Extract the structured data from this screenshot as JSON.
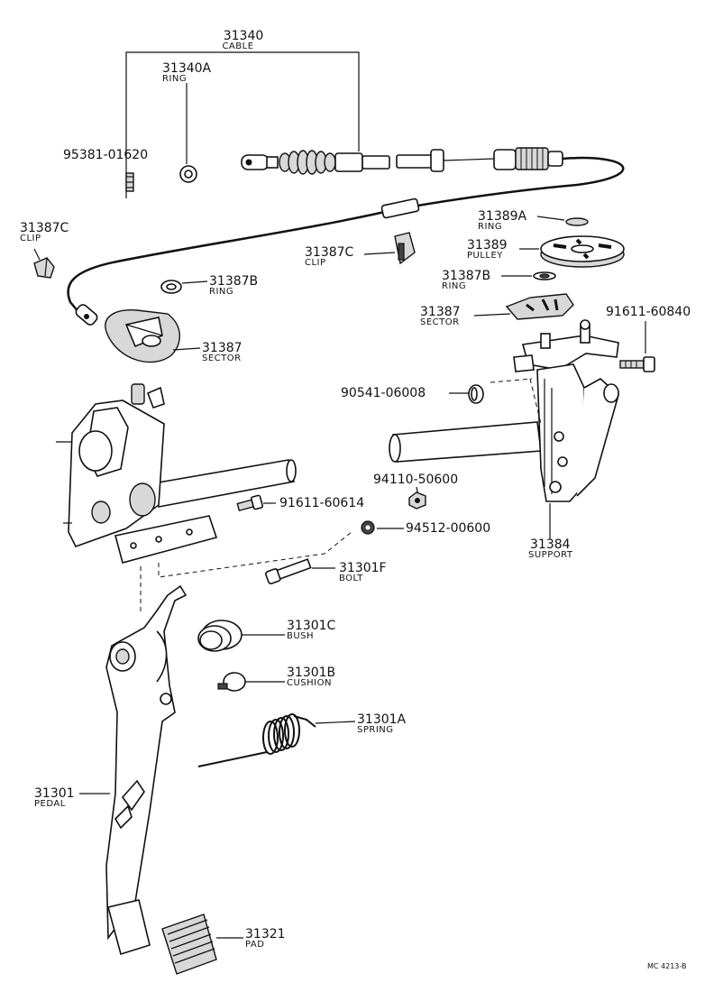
{
  "diagram": {
    "footer_code": "MC 4213-B",
    "parts": [
      {
        "key": "cable",
        "number": "31340",
        "name": "CABLE"
      },
      {
        "key": "ring_a",
        "number": "31340A",
        "name": "RING"
      },
      {
        "key": "pin",
        "number": "95381-01620",
        "name": ""
      },
      {
        "key": "clip_left",
        "number": "31387C",
        "name": "CLIP"
      },
      {
        "key": "clip_mid",
        "number": "31387C",
        "name": "CLIP"
      },
      {
        "key": "ring_b_left",
        "number": "31387B",
        "name": "RING"
      },
      {
        "key": "sector_left",
        "number": "31387",
        "name": "SECTOR"
      },
      {
        "key": "ring_89a",
        "number": "31389A",
        "name": "RING"
      },
      {
        "key": "pulley",
        "number": "31389",
        "name": "PULLEY"
      },
      {
        "key": "ring_b_right",
        "number": "31387B",
        "name": "RING"
      },
      {
        "key": "sector_right",
        "number": "31387",
        "name": "SECTOR"
      },
      {
        "key": "bolt_840",
        "number": "91611-60840",
        "name": ""
      },
      {
        "key": "pin_541",
        "number": "90541-06008",
        "name": ""
      },
      {
        "key": "nut",
        "number": "94110-50600",
        "name": ""
      },
      {
        "key": "bolt_614",
        "number": "91611-60614",
        "name": ""
      },
      {
        "key": "washer",
        "number": "94512-00600",
        "name": ""
      },
      {
        "key": "support",
        "number": "31384",
        "name": "SUPPORT"
      },
      {
        "key": "bolt",
        "number": "31301F",
        "name": "BOLT"
      },
      {
        "key": "bush",
        "number": "31301C",
        "name": "BUSH"
      },
      {
        "key": "cushion",
        "number": "31301B",
        "name": "CUSHION"
      },
      {
        "key": "spring",
        "number": "31301A",
        "name": "SPRING"
      },
      {
        "key": "pedal",
        "number": "31301",
        "name": "PEDAL"
      },
      {
        "key": "pad",
        "number": "31321",
        "name": "PAD"
      }
    ]
  }
}
